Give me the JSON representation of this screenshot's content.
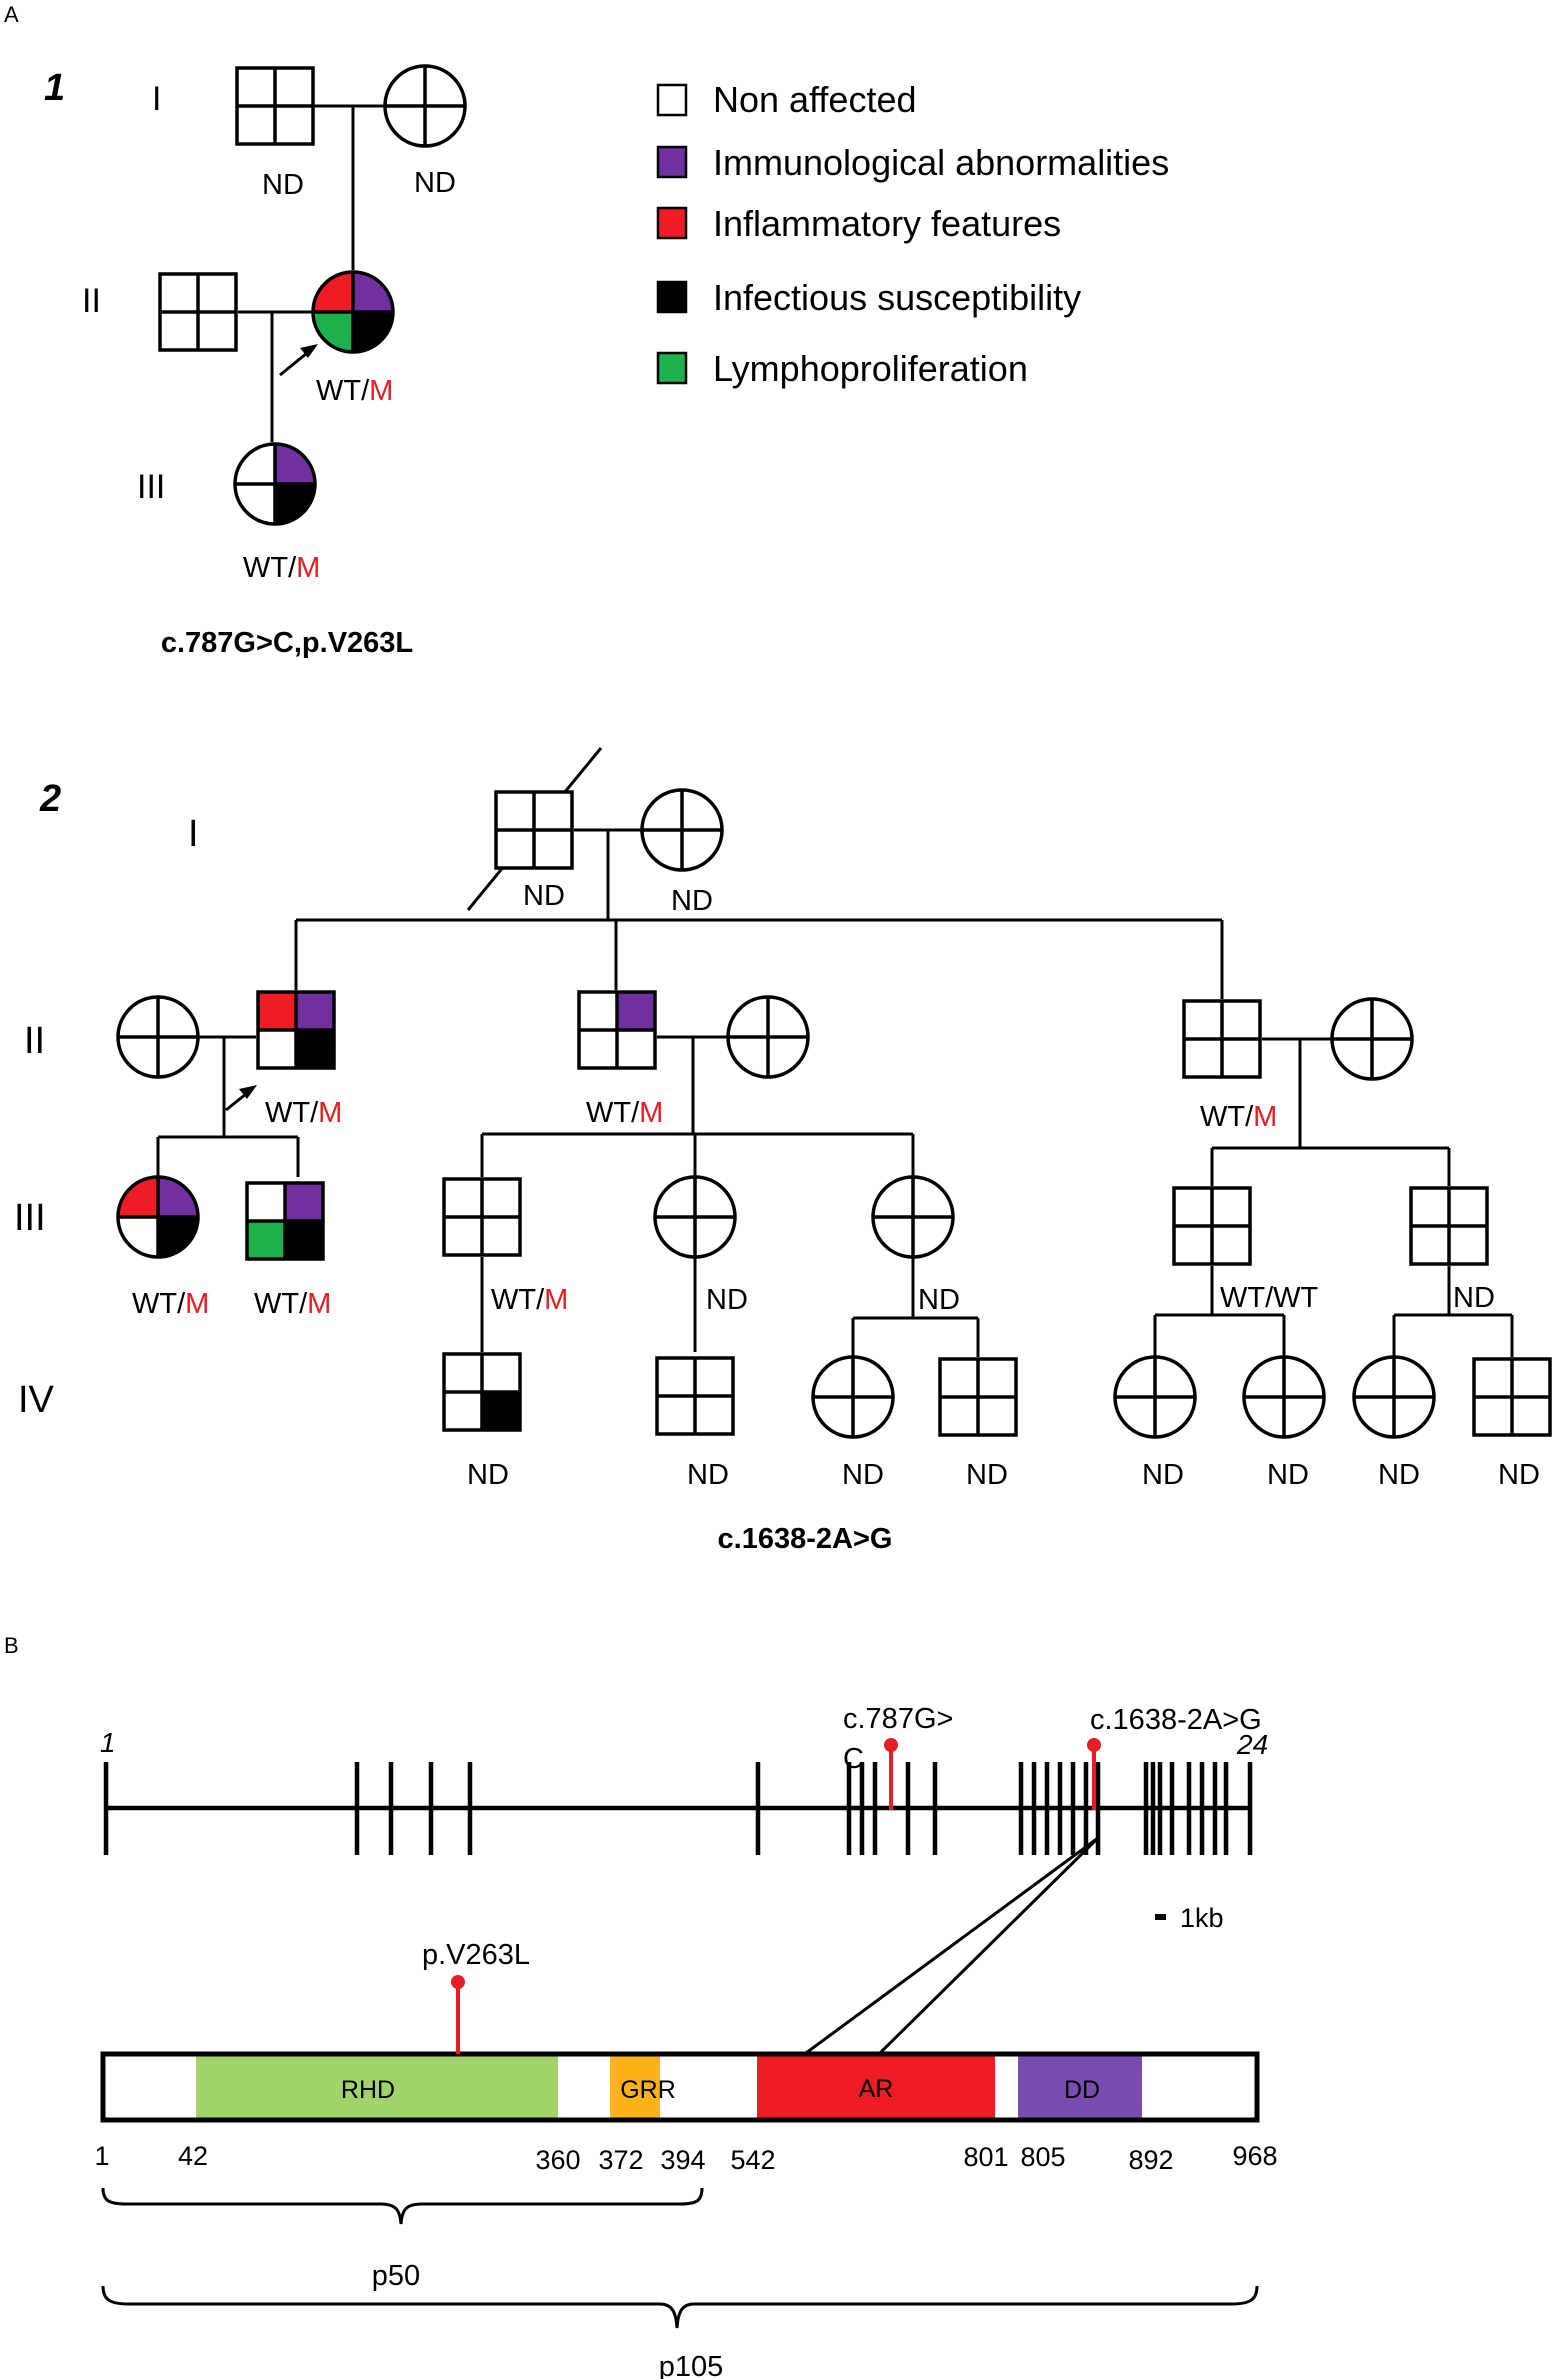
{
  "colors": {
    "none": "#ffffff",
    "purple": "#7030a0",
    "red": "#ee1c25",
    "black": "#000000",
    "green": "#1db14b",
    "mutation_red": "#e31e24",
    "rhd": "#a2d36b",
    "grr": "#fbb318",
    "ar": "#ee1c25",
    "dd": "#7b4cb0"
  },
  "panel_labels": {
    "a": "A",
    "b": "B"
  },
  "legend": [
    {
      "label": "Non affected",
      "color": "none"
    },
    {
      "label": "Immunological abnormalities",
      "color": "purple"
    },
    {
      "label": "Inflammatory features",
      "color": "red"
    },
    {
      "label": "Infectious susceptibility",
      "color": "black"
    },
    {
      "label": "Lymphoproliferation",
      "color": "green"
    }
  ],
  "pedigree1": {
    "number": "1",
    "mutation": "c.787G>C,p.V263L",
    "generations": [
      "I",
      "II",
      "III"
    ],
    "individuals": [
      {
        "id": "p1-I-1",
        "label": "ND"
      },
      {
        "id": "p1-I-2",
        "label": "ND"
      },
      {
        "id": "p1-II-1",
        "label": ""
      },
      {
        "id": "p1-II-2",
        "label_wt": "WT/",
        "label_m": "M"
      },
      {
        "id": "p1-III-1",
        "label_wt": "WT/",
        "label_m": "M"
      }
    ]
  },
  "pedigree2": {
    "number": "2",
    "mutation": "c.1638-2A>G",
    "generations": [
      "I",
      "II",
      "III",
      "IV"
    ],
    "individuals": [
      {
        "id": "p2-I-1",
        "label": "ND"
      },
      {
        "id": "p2-I-2",
        "label": "ND"
      },
      {
        "id": "p2-II-1",
        "label": ""
      },
      {
        "id": "p2-II-2",
        "label_wt": "WT/",
        "label_m": "M"
      },
      {
        "id": "p2-II-3",
        "label_wt": "WT/",
        "label_m": "M"
      },
      {
        "id": "p2-II-4",
        "label": ""
      },
      {
        "id": "p2-II-5",
        "label_wt": "WT/",
        "label_m": "M"
      },
      {
        "id": "p2-II-6",
        "label": ""
      },
      {
        "id": "p2-III-1",
        "label_wt": "WT/",
        "label_m": "M"
      },
      {
        "id": "p2-III-2",
        "label_wt": "WT/",
        "label_m": "M"
      },
      {
        "id": "p2-III-3",
        "label_wt": "WT/",
        "label_m": "M"
      },
      {
        "id": "p2-III-4",
        "label": "ND"
      },
      {
        "id": "p2-III-5",
        "label": "ND"
      },
      {
        "id": "p2-III-6",
        "label": "WT/WT"
      },
      {
        "id": "p2-III-7",
        "label": "ND"
      },
      {
        "id": "p2-IV-1",
        "label": "ND"
      },
      {
        "id": "p2-IV-2",
        "label": "ND"
      },
      {
        "id": "p2-IV-3",
        "label": "ND"
      },
      {
        "id": "p2-IV-4",
        "label": "ND"
      },
      {
        "id": "p2-IV-5",
        "label": "ND"
      },
      {
        "id": "p2-IV-6",
        "label": "ND"
      },
      {
        "id": "p2-IV-7",
        "label": "ND"
      },
      {
        "id": "p2-IV-8",
        "label": "ND"
      }
    ]
  },
  "gene": {
    "exon_first": "1",
    "exon_last": "24",
    "mutation_1": "c.787G>",
    "mutation_1b": "C",
    "mutation_2": "c.1638-2A>G",
    "scale": "1kb"
  },
  "protein": {
    "mutation": "p.V263L",
    "domains": [
      {
        "name": "RHD",
        "color": "rhd"
      },
      {
        "name": "GRR",
        "color": "grr"
      },
      {
        "name": "AR",
        "color": "ar"
      },
      {
        "name": "DD",
        "color": "dd"
      }
    ],
    "positions": [
      "1",
      "42",
      "360",
      "372",
      "394",
      "542",
      "801",
      "805",
      "892",
      "968"
    ],
    "p50": "p50",
    "p105": "p105"
  }
}
